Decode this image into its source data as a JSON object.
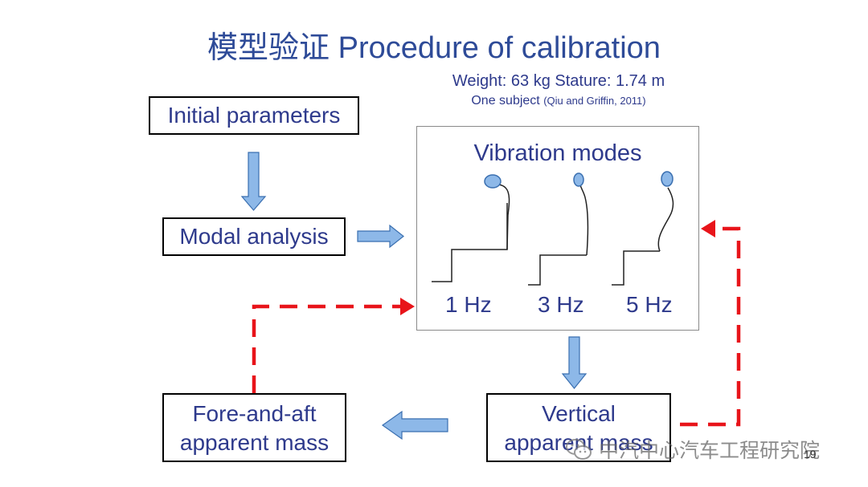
{
  "title": "模型验证 Procedure of calibration",
  "subject": {
    "line1": "Weight: 63 kg   Stature: 1.74 m",
    "line2": "One subject",
    "citation": "(Qiu and Griffin, 2011)"
  },
  "boxes": {
    "initial": "Initial parameters",
    "modal": "Modal analysis",
    "fore_aft_line1": "Fore-and-aft",
    "fore_aft_line2": "apparent mass",
    "vertical_line1": "Vertical",
    "vertical_line2": "apparent mass"
  },
  "vibration": {
    "title": "Vibration modes",
    "modes": [
      "1 Hz",
      "3 Hz",
      "5 Hz"
    ]
  },
  "watermark": "中汽中心汽车工程研究院",
  "page_number": "19",
  "colors": {
    "text": "#2e3a8c",
    "title": "#2e4b98",
    "arrow_fill": "#8db8e8",
    "arrow_stroke": "#3a6fb0",
    "feedback": "#e8141a"
  }
}
